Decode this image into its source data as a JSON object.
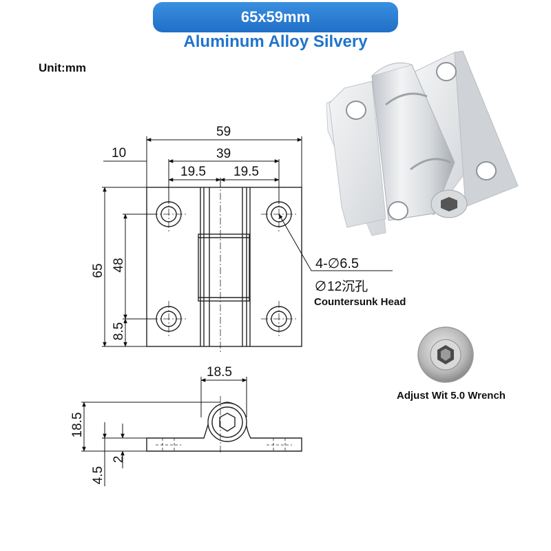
{
  "header": {
    "title": "65x59mm",
    "subtitle": "Aluminum Alloy Silvery"
  },
  "unit_label": "Unit:mm",
  "drawing": {
    "dims": {
      "overall_width": "59",
      "offset": "10",
      "hole_spacing_w": "39",
      "half_left": "19.5",
      "half_right": "19.5",
      "overall_height": "65",
      "hole_spacing_h": "48",
      "edge_offset": "8.5",
      "knuckle_width": "18.5",
      "side_height": "18.5",
      "leaf_offset": "4.5",
      "leaf_thickness": "2"
    },
    "hole_callout": "4-∅6.5",
    "countersink_callout": "∅12沉孔",
    "countersink_label": "Countersunk Head"
  },
  "detail": {
    "caption": "Adjust Wit 5.0 Wrench"
  },
  "colors": {
    "accent": "#1f74cc",
    "pill": "#2a80d6"
  }
}
